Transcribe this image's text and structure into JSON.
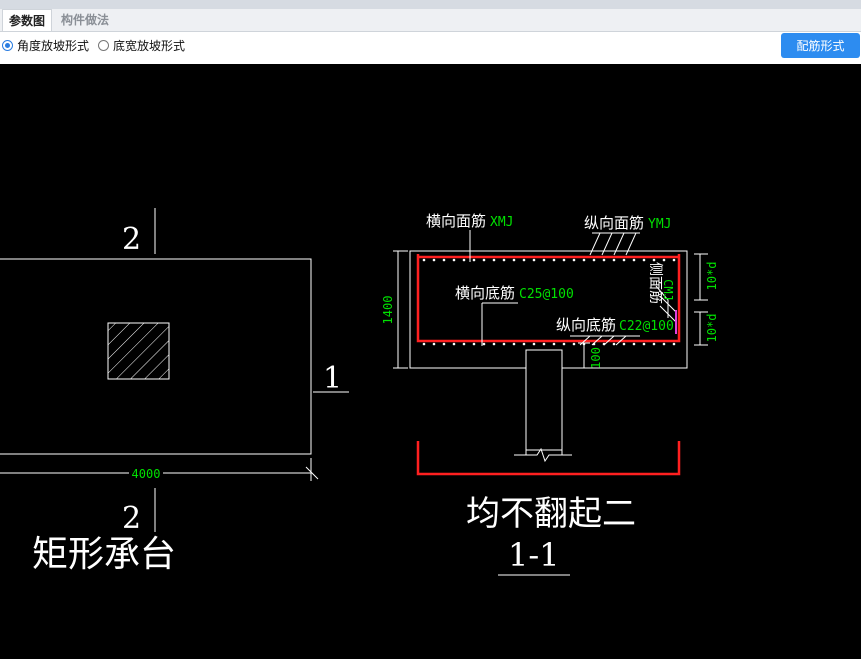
{
  "tabs": [
    {
      "label": "参数图"
    },
    {
      "label": "构件做法"
    }
  ],
  "radio_options": [
    {
      "label": "角度放坡形式",
      "selected": true
    },
    {
      "label": "底宽放坡形式",
      "selected": false
    }
  ],
  "toolbar": {
    "rebar_button": "配筋形式"
  },
  "drawing": {
    "plan": {
      "title": "矩形承台",
      "dim_width": "4000",
      "section_mark_top": "2",
      "section_mark_bottom": "2",
      "section_mark_right": "1"
    },
    "section": {
      "label_top_transverse": "横向面筋",
      "code_top_transverse": "XMJ",
      "label_top_longitudinal": "纵向面筋",
      "code_top_longitudinal": "YMJ",
      "label_bottom_transverse": "横向底筋",
      "code_bottom_transverse": "C25@100",
      "label_bottom_longitudinal": "纵向底筋",
      "code_bottom_longitudinal": "C22@100",
      "label_side": "侧面筋",
      "code_side": "CMJ",
      "dim_height": "1400",
      "dim_anchor_upper": "10*d",
      "dim_anchor_lower": "10*d",
      "dim_cover": "100",
      "caption": "均不翻起二",
      "section_title": "1-1"
    }
  },
  "colors": {
    "background": "#000000",
    "line": "#ffffff",
    "rebar": "#ff2020",
    "dimension": "#00e000",
    "accent": "#2d8cf0"
  }
}
